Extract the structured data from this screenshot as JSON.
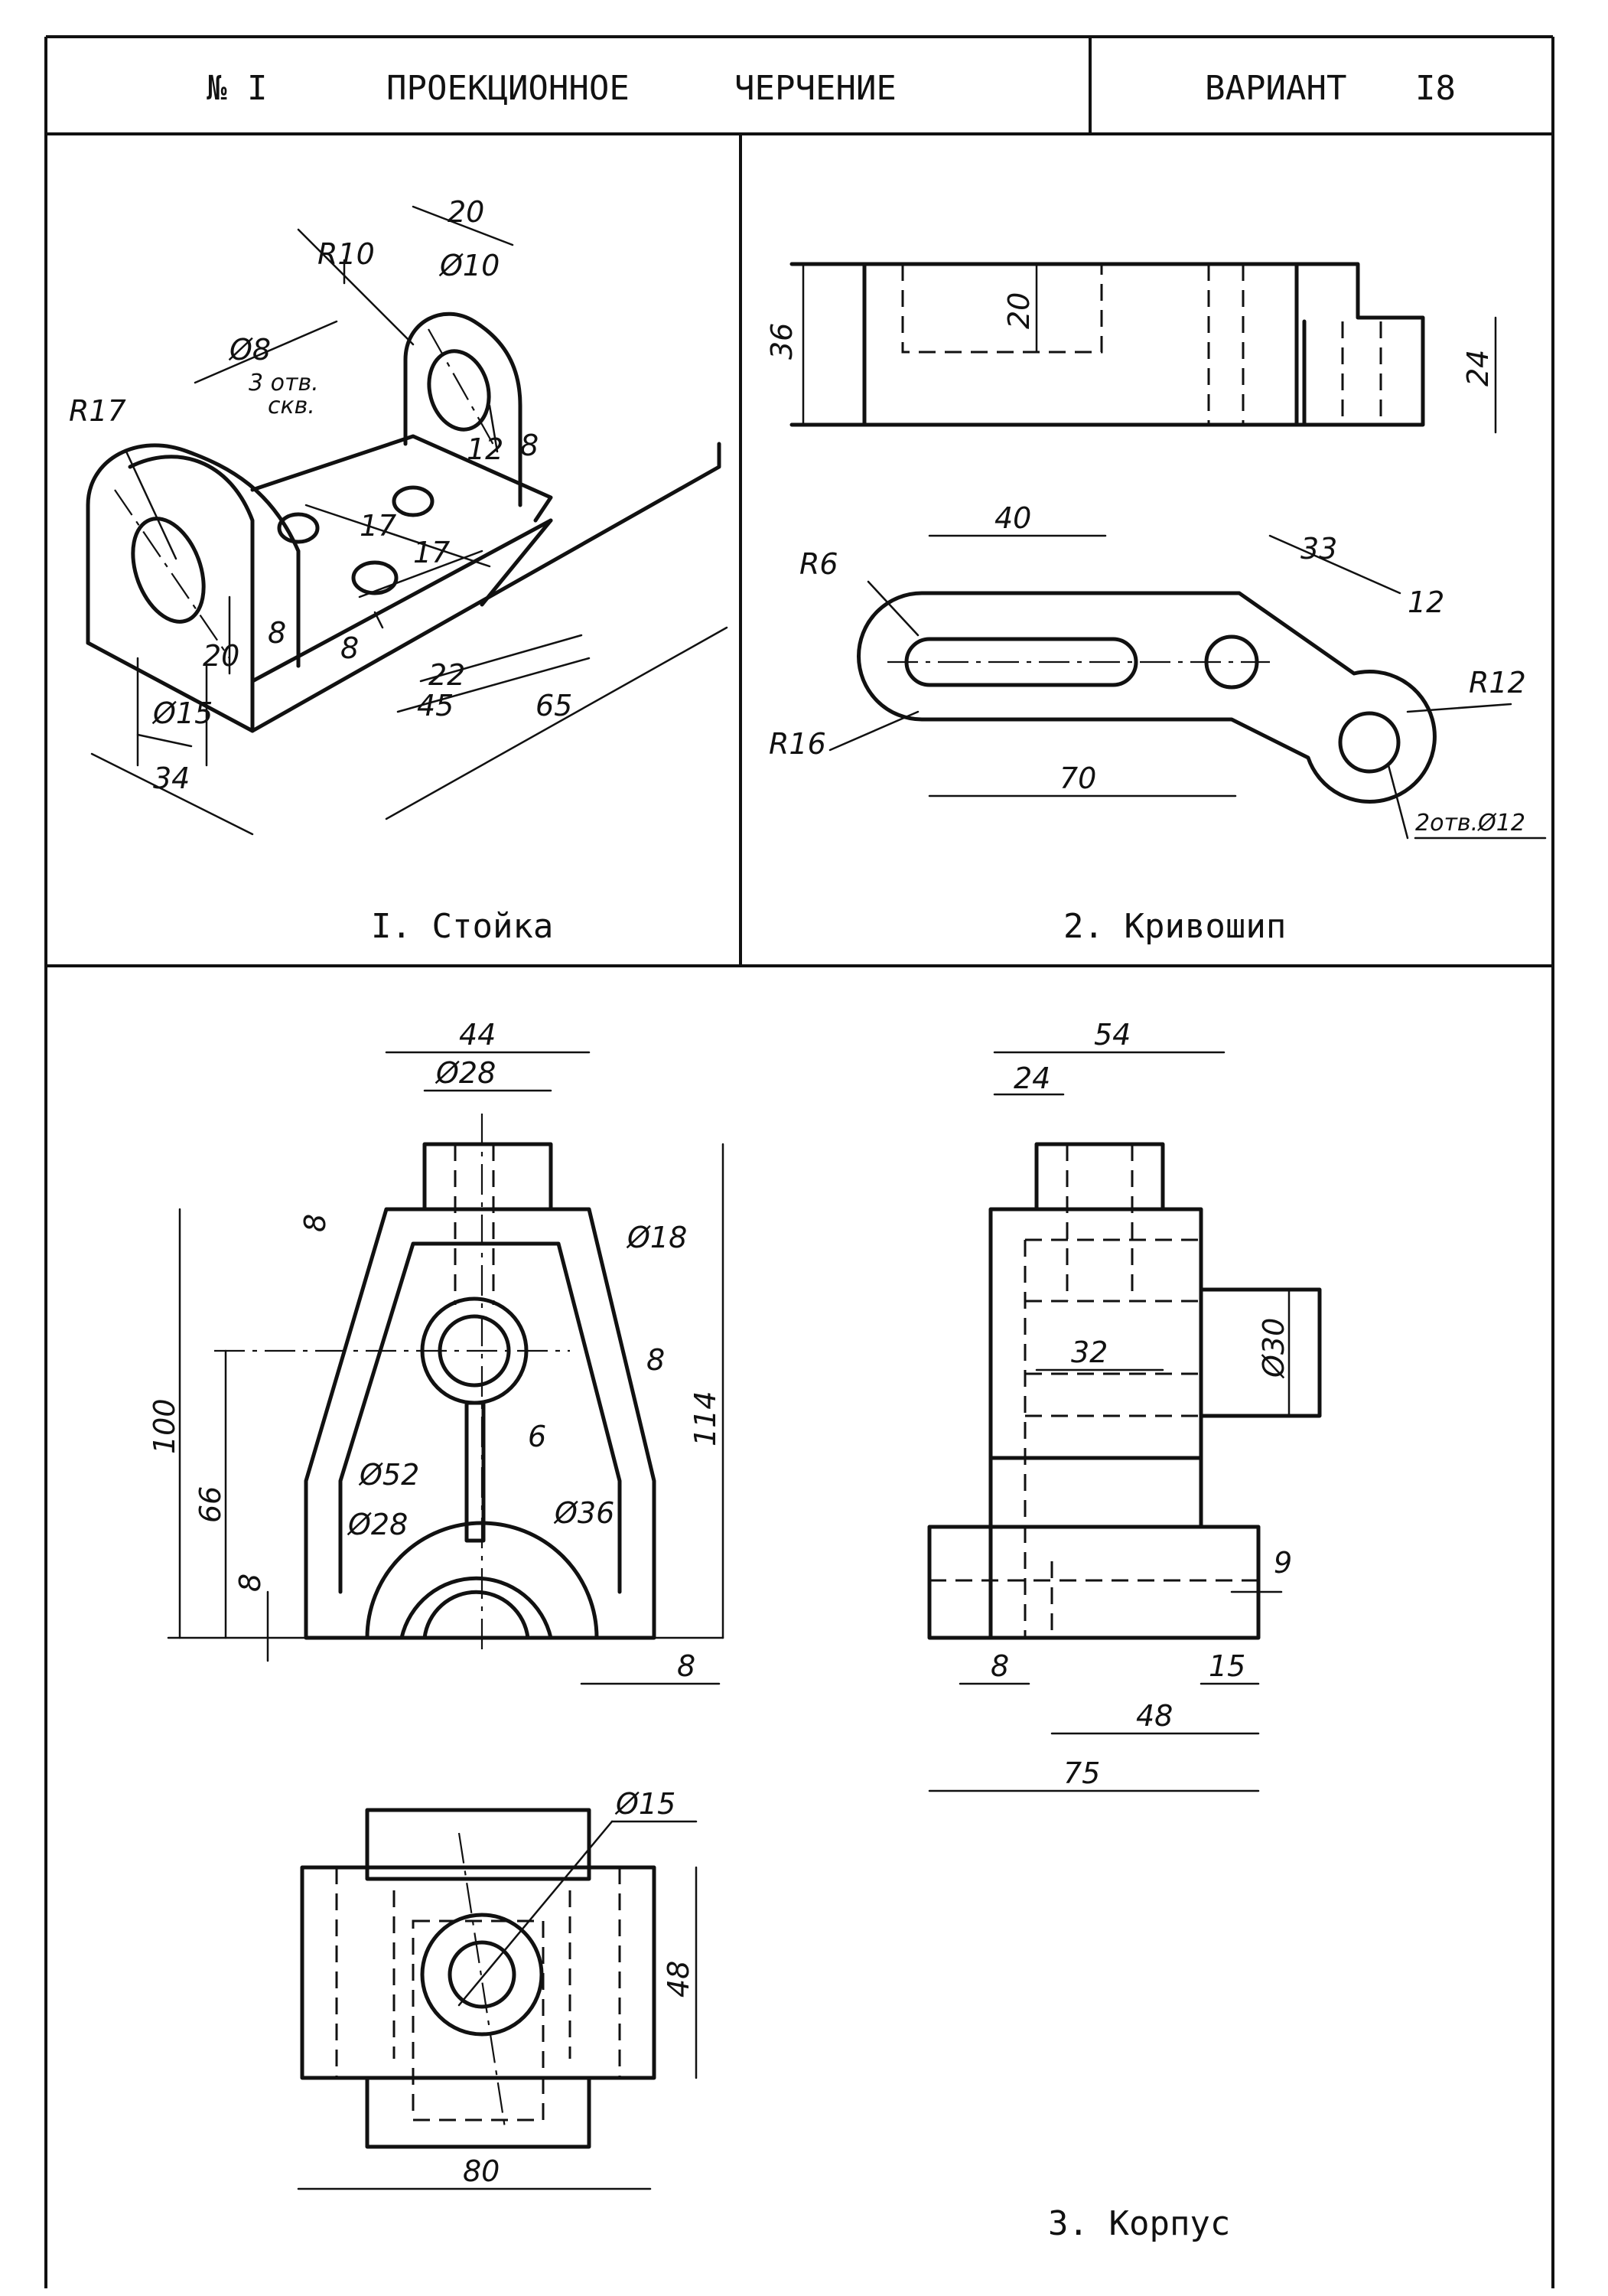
{
  "header": {
    "number": "№ I",
    "title_part1": "ПРОЕКЦИОННОЕ",
    "title_part2": "ЧЕРЧЕНИЕ",
    "variant_label": "ВАРИАНТ",
    "variant_number": "I8"
  },
  "parts": {
    "part1": {
      "caption": "I. Стойка",
      "dims": {
        "d20": "20",
        "phi10": "Ø10",
        "r10": "R10",
        "phi8": "Ø8",
        "holes_note_1": "3 отв.",
        "holes_note_2": "скв.",
        "r17": "R17",
        "d12": "12",
        "d8a": "8",
        "d17a": "17",
        "d17b": "17",
        "d8b": "8",
        "d20b": "20",
        "d8c": "8",
        "d22": "22",
        "d45": "45",
        "d65": "65",
        "phi15": "Ø15",
        "d34": "34"
      }
    },
    "part2": {
      "caption": "2. Кривошип",
      "dims": {
        "d36": "36",
        "d20": "20",
        "d24": "24",
        "d40": "40",
        "r6": "R6",
        "d33": "33",
        "d12": "12",
        "r12": "R12",
        "r16": "R16",
        "d70": "70",
        "holes": "2отв.Ø12"
      }
    },
    "part3": {
      "caption": "3. Корпус",
      "dims": {
        "d44": "44",
        "phi28top": "Ø28",
        "phi18": "Ø18",
        "d8a": "8",
        "d100": "100",
        "d66": "66",
        "d114": "114",
        "d8b": "8",
        "d6": "6",
        "phi52": "Ø52",
        "phi28": "Ø28",
        "phi36": "Ø36",
        "d8c": "8",
        "d8d": "8",
        "d54": "54",
        "d24": "24",
        "phi30": "Ø30",
        "d32": "32",
        "d9": "9",
        "d8e": "8",
        "d15": "15",
        "d48": "48",
        "d75": "75",
        "phi15": "Ø15",
        "d48b": "48",
        "d80": "80"
      }
    }
  }
}
